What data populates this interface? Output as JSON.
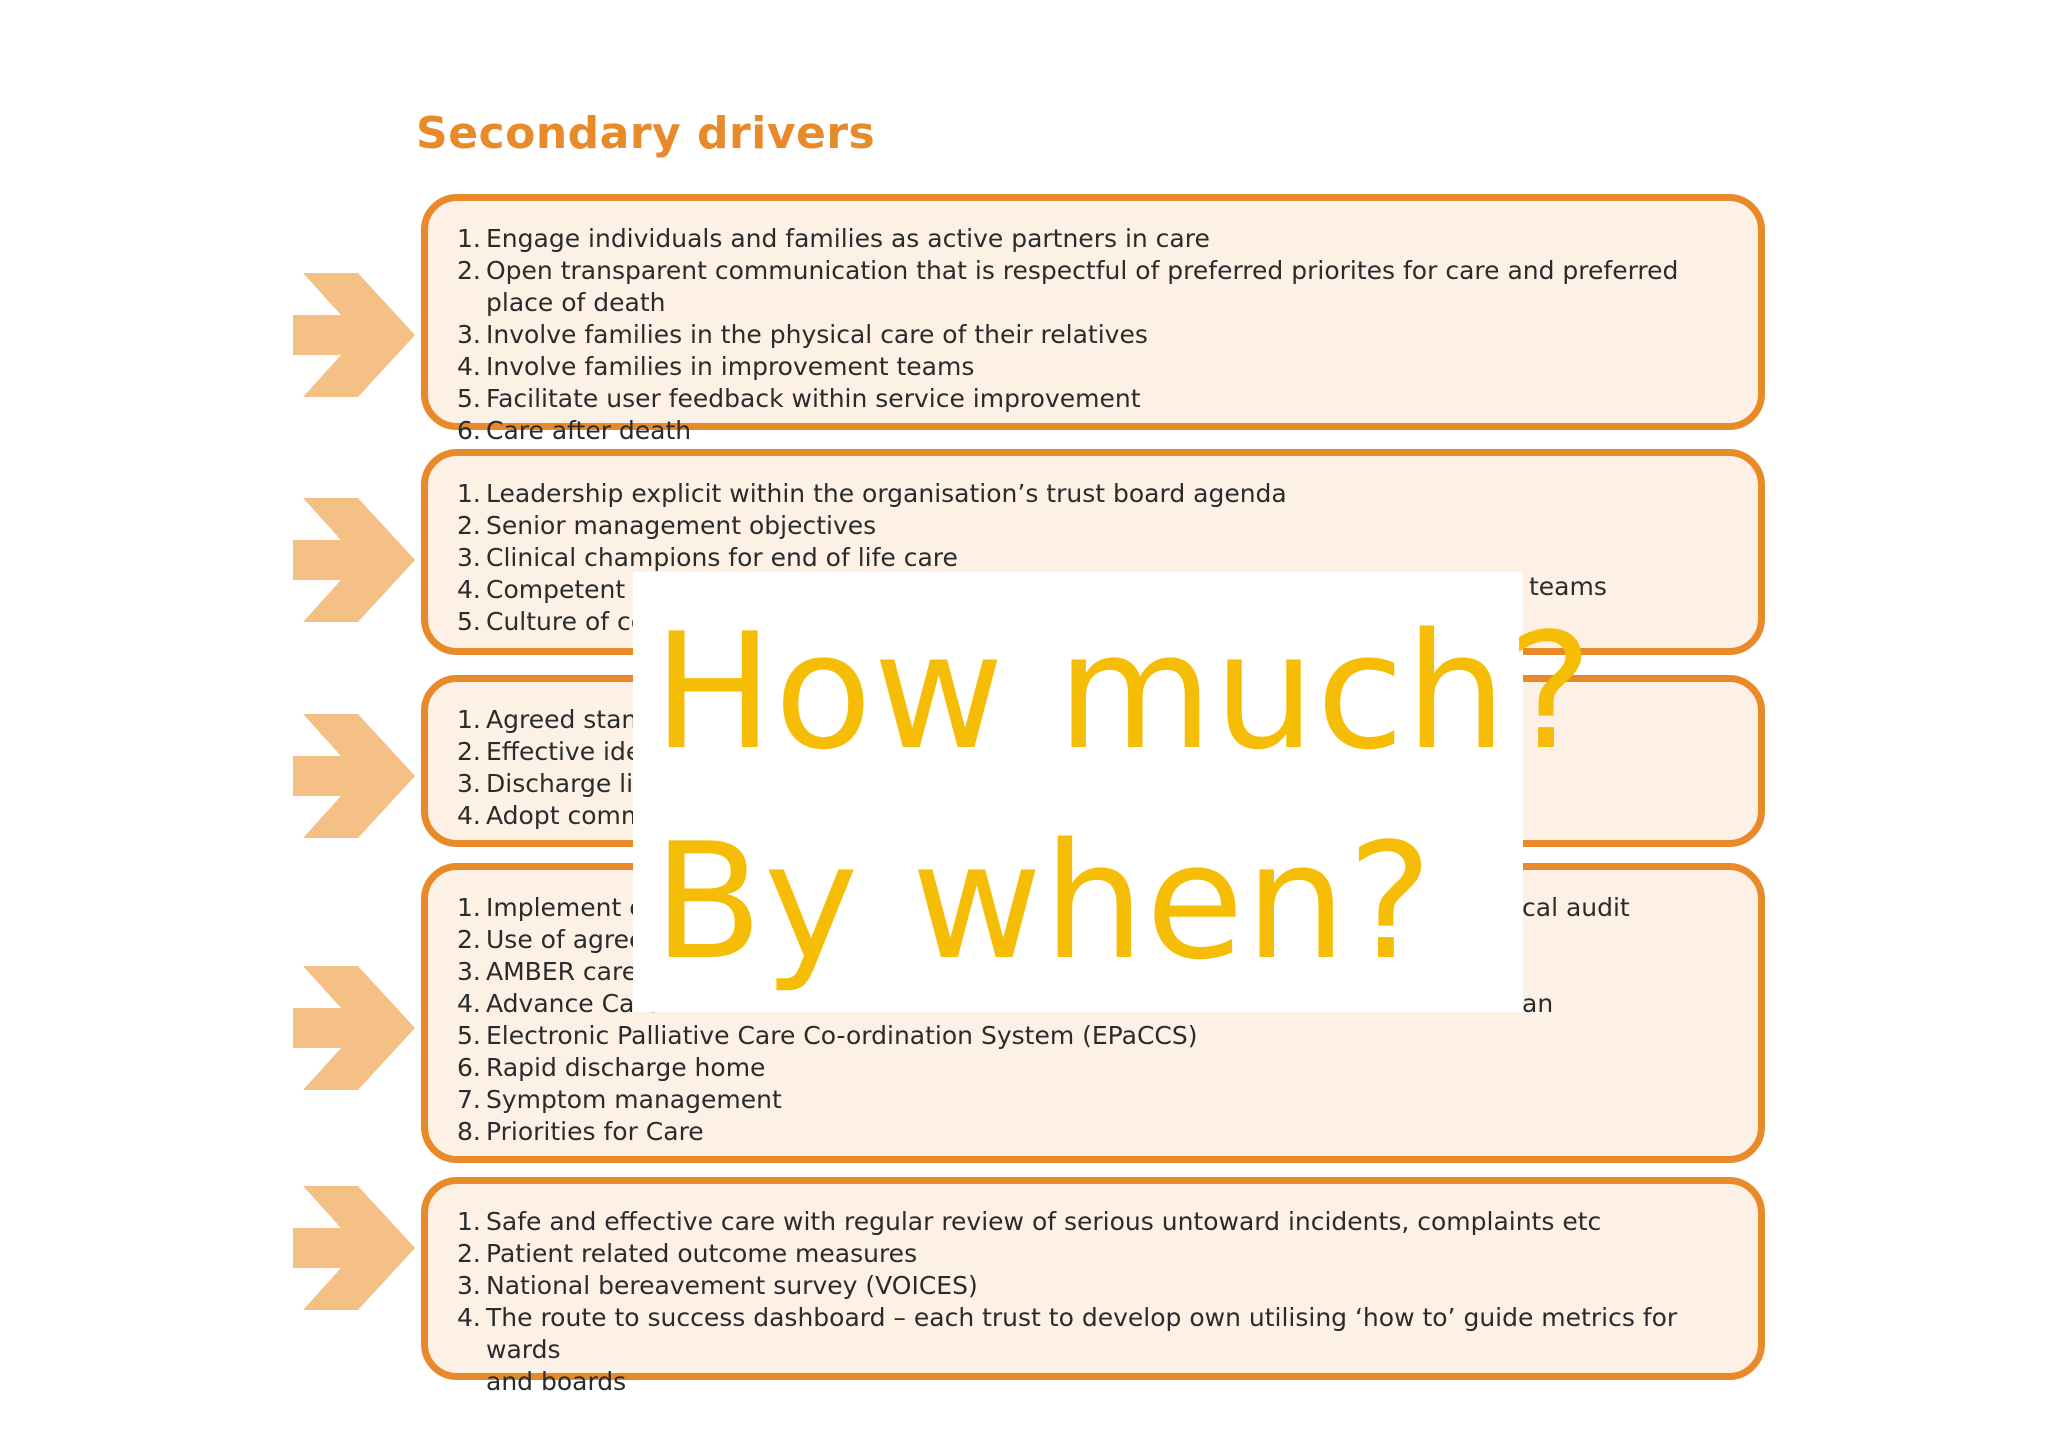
{
  "title": "Secondary drivers",
  "boxes": [
    {
      "items": [
        "Engage individuals and families as active partners in care",
        "Open transparent communication that is respectful of preferred priorites for care and preferred place of death",
        "Involve families in the physical care of their relatives",
        "Involve families in improvement teams",
        "Facilitate user feedback within service improvement",
        "Care after death"
      ]
    },
    {
      "items": [
        "Leadership explicit within the organisation’s trust board agenda",
        "Senior management objectives",
        "Clinical champions for end of life care",
        "Competent tr",
        "Culture of co"
      ],
      "trailing": "teams"
    },
    {
      "items": [
        "Agreed stand",
        "Effective iden",
        "Discharge liai",
        "Adopt comm"
      ]
    },
    {
      "items": [
        "Implement er",
        "Use of agreed",
        "AMBER care b",
        "Advance Care",
        "Electronic Palliative Care Co-ordination System (EPaCCS)",
        "Rapid discharge home",
        "Symptom management",
        "Priorities for Care"
      ],
      "trailing_1": "cal audit",
      "trailing_4": "an"
    },
    {
      "items": [
        "Safe and effective care with regular review of serious untoward incidents, complaints etc",
        "Patient related outcome measures",
        "National bereavement survey (VOICES)",
        "The route to success dashboard – each trust to develop own utilising ‘how to’ guide metrics for wards\nand boards"
      ]
    }
  ],
  "overlay": {
    "line1": "How much?",
    "line2": "By when?"
  },
  "colors": {
    "accent": "#e8892a",
    "box_fill": "#fdf1e6",
    "arrow": "#f5c085",
    "overlay_text": "#f5bd05"
  }
}
